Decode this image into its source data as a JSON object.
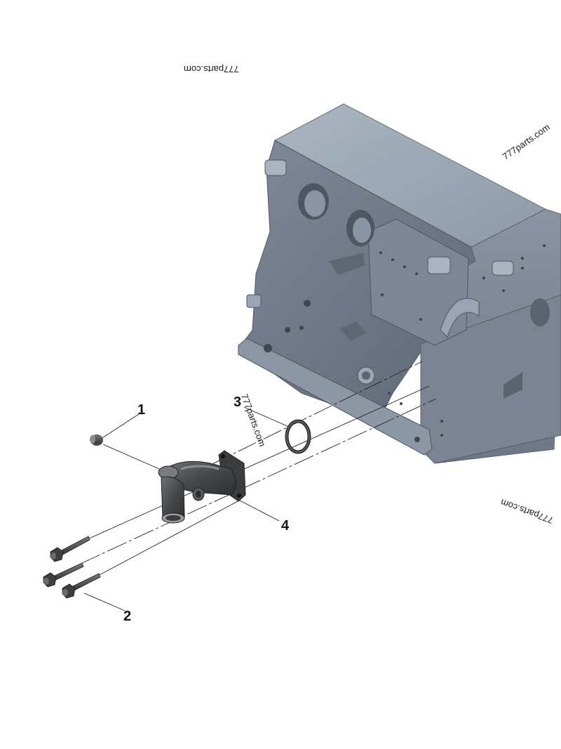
{
  "watermarks": {
    "top": "777parts.com",
    "right": "777parts.com",
    "center": "777parts.com",
    "bottom_right": "777parts.com"
  },
  "callouts": {
    "part_1": "1",
    "part_2": "2",
    "part_3": "3",
    "part_4": "4"
  },
  "colors": {
    "block_top": "#9aa6b4",
    "block_front": "#6d7785",
    "block_right": "#7b8594",
    "block_dark": "#525b68",
    "fitting": "#3c3e40",
    "fitting_highlight": "#6b6e70",
    "leader": "#222222"
  }
}
